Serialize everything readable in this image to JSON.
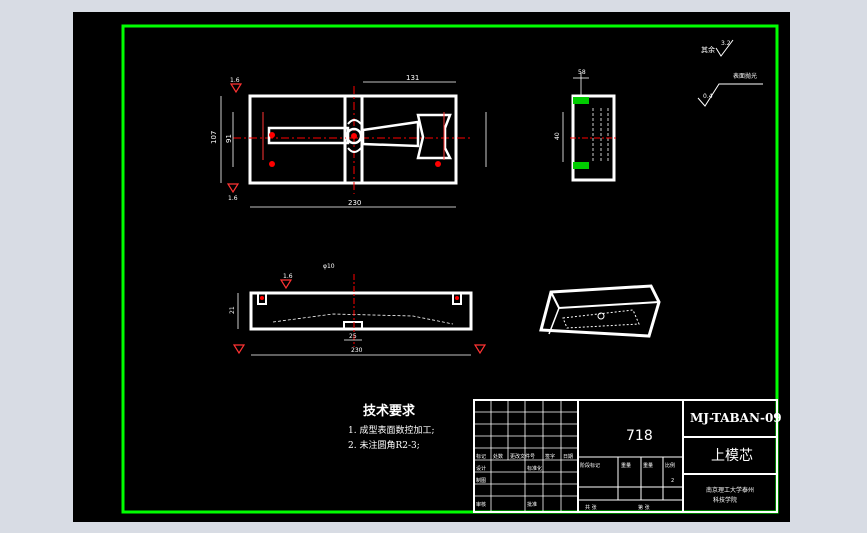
{
  "title_block": {
    "drawing_number": "MJ-TABAN-09",
    "material": "718",
    "part_name": "上模芯",
    "school_line1": "南京理工大学泰州",
    "school_line2": "科技学院",
    "revision_headers": [
      "标记",
      "处数",
      "更改文件号",
      "签字",
      "日期"
    ],
    "stage_label": "阶段标记",
    "weight_label": "重量",
    "scale_label": "比例",
    "scale_value": "2",
    "rows": [
      "设计",
      "制图",
      "审核"
    ],
    "standard": "标准化",
    "approve": "批准",
    "sheet_label": "共 张",
    "sheet_label2": "第 张"
  },
  "notes": {
    "title": "技术要求",
    "items": [
      "1. 成型表面数控加工;",
      "2. 未注圆角R2-3;"
    ]
  },
  "surface_finish": {
    "rest_label": "其余",
    "rest_value": "3.2",
    "note": "表面抛光",
    "value": "0.4"
  },
  "dimensions": {
    "top_width": "131",
    "total_length": "230",
    "height": "107",
    "inner_height": "91",
    "roughness": "1.6",
    "side_width": "58",
    "side_height": "40",
    "front_length": "230",
    "front_height": "21",
    "front_slot": "25",
    "front_dim": "φ10"
  },
  "colors": {
    "frame_border": "#00ff00",
    "outline": "#ffffff",
    "centerline": "#ff0000",
    "mark": "#ff3333",
    "background": "#000000"
  }
}
